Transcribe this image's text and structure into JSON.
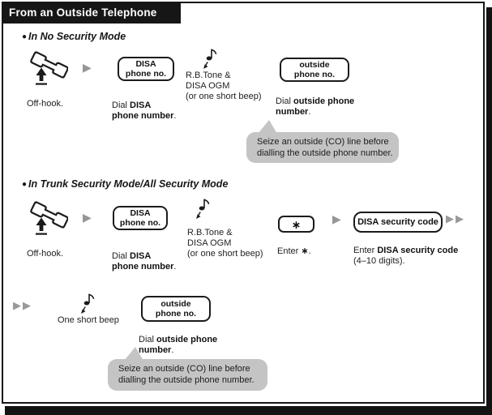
{
  "header": {
    "title": "From an Outside Telephone"
  },
  "bullet": "●",
  "colors": {
    "ink": "#161616",
    "bubble_gray": "#c4c4c4",
    "arrow_gray": "#969696",
    "title_bg": "#161616",
    "title_fg": "#ffffff"
  },
  "sections": {
    "s1": {
      "heading": "In No Security Mode",
      "offhook": "Off-hook.",
      "disa_box": {
        "l1": "DISA",
        "l2": "phone no."
      },
      "dial_disa": {
        "t1": "Dial ",
        "b1": "DISA",
        "b2": "phone number",
        "t2": "."
      },
      "tone": {
        "l1": "R.B.Tone &",
        "l2": "DISA OGM",
        "l3": "(or one short beep)"
      },
      "outside_box": {
        "l1": "outside",
        "l2": "phone no."
      },
      "dial_outside": {
        "t1": "Dial ",
        "b1": "outside phone",
        "b2": "number",
        "t2": "."
      },
      "bubble": {
        "l1": "Seize an outside (CO) line before",
        "l2": "dialling the outside phone number."
      }
    },
    "s2": {
      "heading": "In Trunk Security Mode/All Security Mode",
      "offhook": "Off-hook.",
      "disa_box": {
        "l1": "DISA",
        "l2": "phone no."
      },
      "dial_disa": {
        "t1": "Dial ",
        "b1": "DISA",
        "b2": "phone number",
        "t2": "."
      },
      "tone": {
        "l1": "R.B.Tone &",
        "l2": "DISA OGM",
        "l3": "(or one short beep)"
      },
      "star_box": "∗",
      "enter_star": {
        "t1": "Enter ",
        "b1": "∗",
        "t2": "."
      },
      "code_box": "DISA security code",
      "enter_code": {
        "t1": "Enter ",
        "b1": "DISA security code",
        "l2": "(4–10 digits)."
      },
      "beep": "One short beep",
      "outside_box": {
        "l1": "outside",
        "l2": "phone no."
      },
      "dial_outside": {
        "t1": "Dial ",
        "b1": "outside phone",
        "b2": "number",
        "t2": "."
      },
      "bubble": {
        "l1": "Seize an outside (CO) line before",
        "l2": "dialling the outside phone number."
      }
    }
  }
}
